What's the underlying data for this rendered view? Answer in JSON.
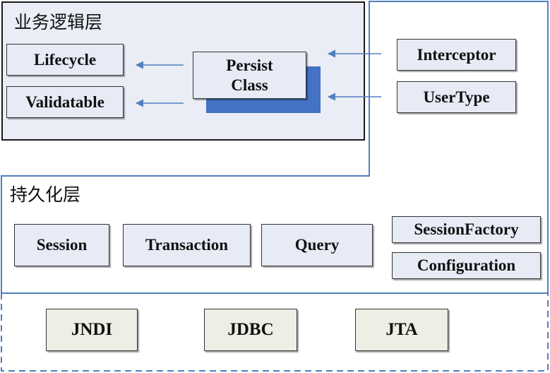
{
  "layers": {
    "business": {
      "title": "业务逻辑层",
      "boxes": {
        "lifecycle": "Lifecycle",
        "validatable": "Validatable",
        "persist_line1": "Persist",
        "persist_line2": "Class"
      }
    },
    "external": {
      "boxes": {
        "interceptor": "Interceptor",
        "usertype": "UserType"
      }
    },
    "persistence": {
      "title": "持久化层",
      "boxes": {
        "session": "Session",
        "transaction": "Transaction",
        "query": "Query",
        "sessionfactory": "SessionFactory",
        "configuration": "Configuration"
      }
    },
    "infrastructure": {
      "boxes": {
        "jndi": "JNDI",
        "jdbc": "JDBC",
        "jta": "JTA"
      }
    }
  },
  "colors": {
    "frame_blue": "#4f81bd",
    "box_fill": "#e6ebf6",
    "infra_fill": "#ecefe3",
    "persist_shadow": "#4472c4",
    "arrow": "#4f81bd"
  }
}
